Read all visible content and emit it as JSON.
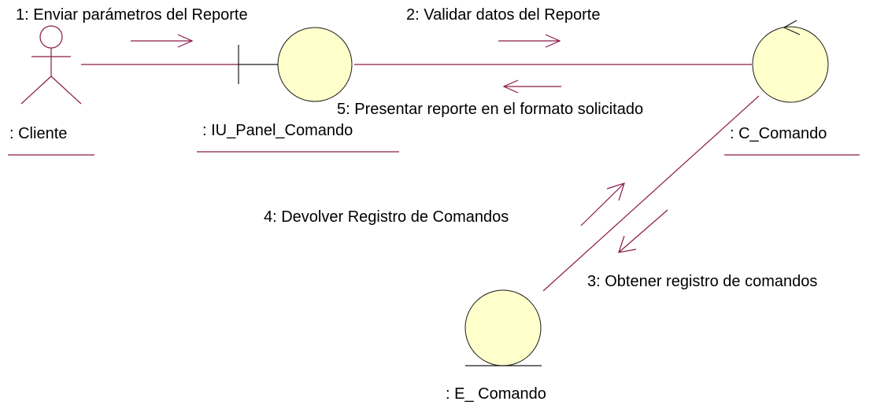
{
  "colors": {
    "line": "#8b1a47",
    "object_fill": "#ffffcc",
    "object_stroke": "#1a1a1a",
    "text": "#000000",
    "background": "#ffffff"
  },
  "objects": {
    "actor": {
      "icon": "actor-icon",
      "label": ": Cliente"
    },
    "boundary": {
      "icon": "boundary-icon",
      "label": ": IU_Panel_Comando"
    },
    "control": {
      "icon": "control-icon",
      "label": ": C_Comando"
    },
    "entity": {
      "icon": "entity-icon",
      "label": ": E_ Comando"
    }
  },
  "messages": [
    {
      "label": "1: Enviar parámetros del Reporte",
      "direction": "cliente-to-iu"
    },
    {
      "label": "2: Validar datos del Reporte",
      "direction": "iu-to-control"
    },
    {
      "label": "3: Obtener registro de comandos",
      "direction": "control-to-entity"
    },
    {
      "label": "4: Devolver Registro de Comandos",
      "direction": "entity-to-control"
    },
    {
      "label": "5: Presentar reporte en el formato solicitado",
      "direction": "control-to-iu"
    }
  ]
}
